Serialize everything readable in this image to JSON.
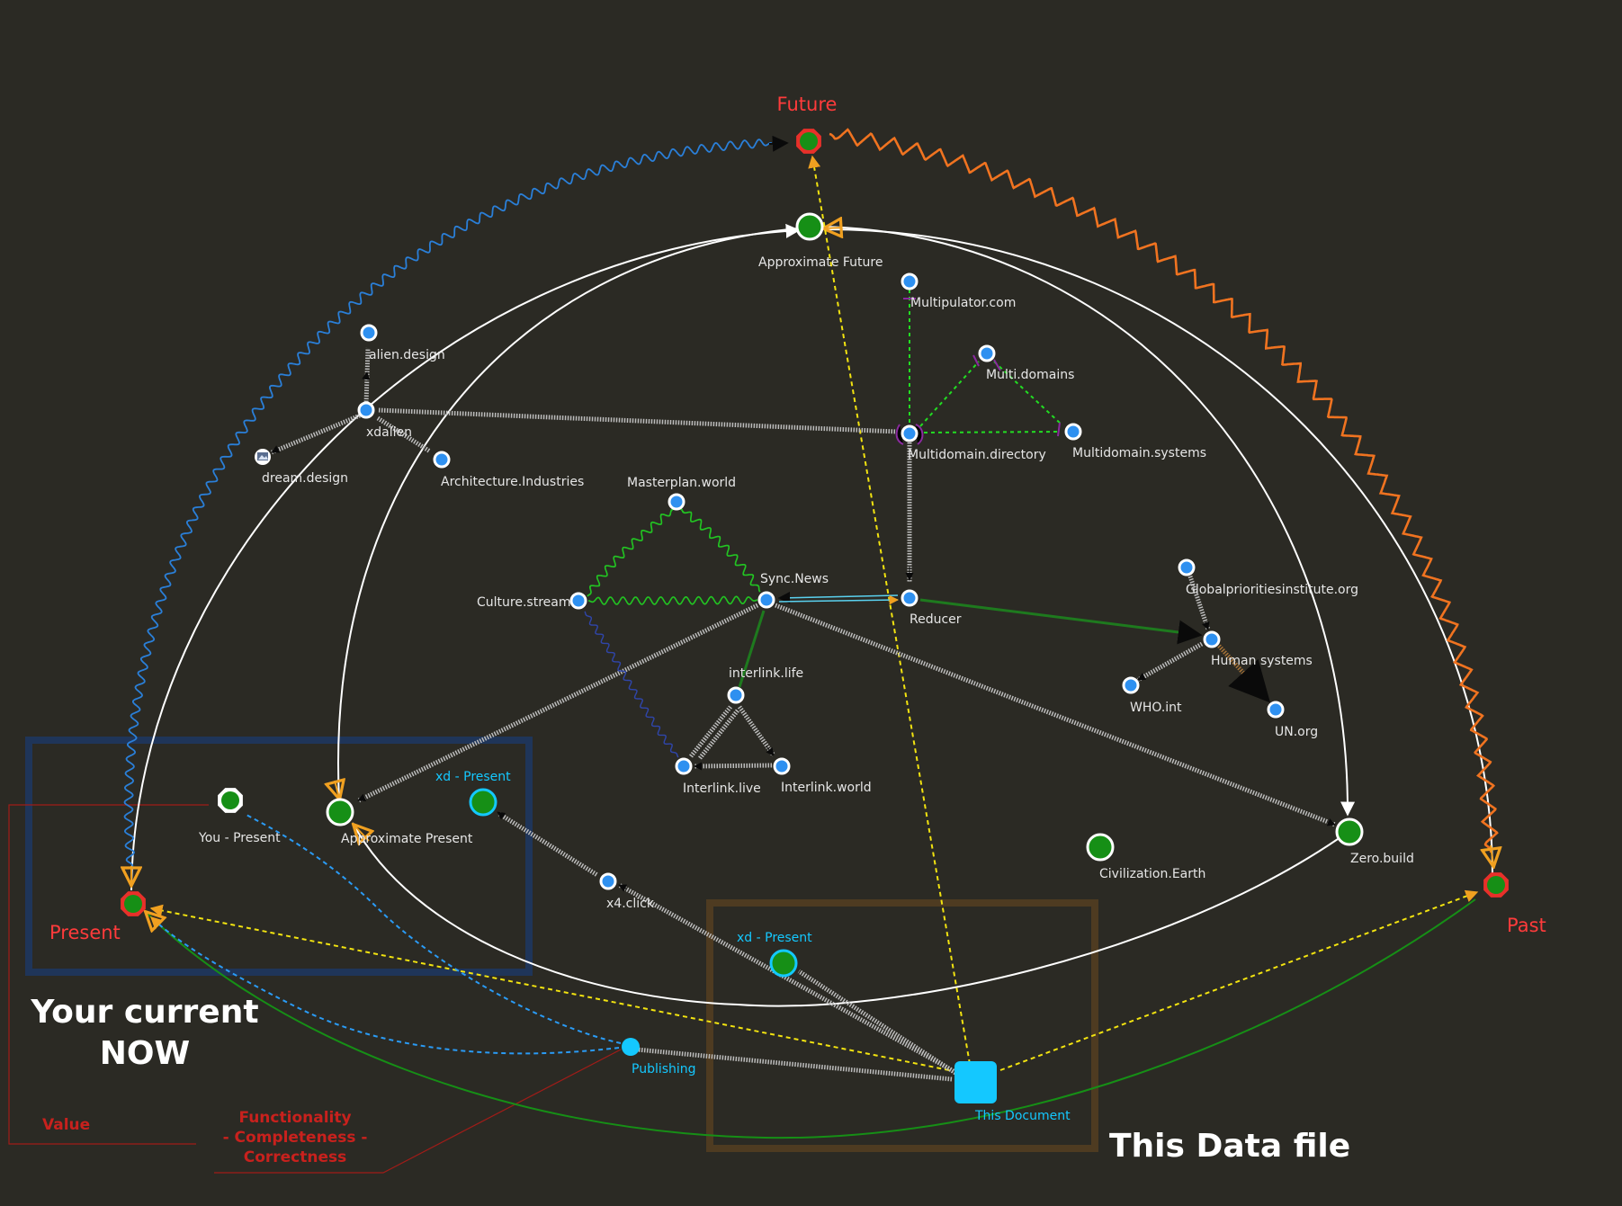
{
  "colors": {
    "background": "#2b2a24",
    "future_past_present": "#ff3b3b",
    "cyan": "#14c8ff",
    "node_blue": "#2e90f0",
    "node_green": "#168f16",
    "wave_blue": "#2a7fd8",
    "zigzag_orange": "#f07320",
    "yellow_dashed": "#f2e310",
    "green_dashed": "#22dd22",
    "present_frame": "#1f3559",
    "datafile_frame": "#4e3b21",
    "annotation_red": "#c8211d"
  },
  "nodes": {
    "future": "Future",
    "present": "Present",
    "past": "Past",
    "approx_future": "Approximate Future",
    "approx_present": "Approximate Present",
    "you_present": "You - Present",
    "xd_present_top": "xd - Present",
    "xd_present_bottom": "xd - Present",
    "alien_design": "alien.design",
    "xdalien": "xdalien",
    "dream_design": "dream.design",
    "architecture_industries": "Architecture.Industries",
    "multipulator": "Multipulator.com",
    "multi_domains": "Multi.domains",
    "multidomain_directory": "Multidomain.directory",
    "multidomain_systems": "Multidomain.systems",
    "masterplan_world": "Masterplan.world",
    "culture_stream": "Culture.stream",
    "sync_news": "Sync.News",
    "reducer": "Reducer",
    "interlink_life": "interlink.life",
    "interlink_live": "Interlink.live",
    "interlink_world": "Interlink.world",
    "globalpriorities": "Globalprioritiesinstitute.org",
    "human_systems": "Human systems",
    "who_int": "WHO.int",
    "un_org": "UN.org",
    "zero_build": "Zero.build",
    "civilization_earth": "Civilization.Earth",
    "x4_click": "x4.click",
    "publishing": "Publishing",
    "this_document": "This Document"
  },
  "captions": {
    "current_now_line1": "Your current",
    "current_now_line2": "NOW",
    "this_data_file": "This Data file",
    "value": "Value",
    "functionality_line1": "Functionality",
    "functionality_line2": "- Completeness -",
    "functionality_line3": "Correctness"
  }
}
